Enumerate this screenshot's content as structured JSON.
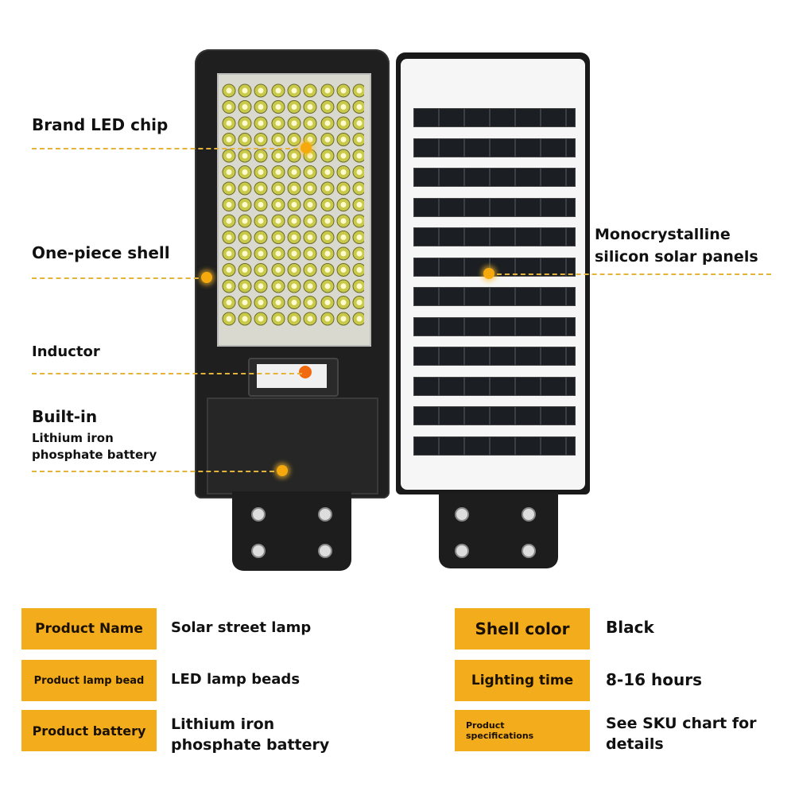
{
  "callouts": {
    "led_chip": "Brand LED chip",
    "shell": "One-piece shell",
    "inductor": "Inductor",
    "builtin": "Built-in",
    "battery_line1": "Lithium iron",
    "battery_line2": "phosphate battery",
    "solar_line1": "Monocrystalline",
    "solar_line2": "silicon solar panels"
  },
  "specs": {
    "left": [
      {
        "label": "Product Name",
        "value": [
          "Solar street lamp"
        ]
      },
      {
        "label": "Product lamp bead",
        "value": [
          "LED lamp beads"
        ]
      },
      {
        "label": "Product battery",
        "value": [
          "Lithium iron",
          "phosphate battery"
        ]
      }
    ],
    "right": [
      {
        "label": "Shell color",
        "value": [
          "Black"
        ]
      },
      {
        "label": "Lighting time",
        "value": [
          "8-16 hours"
        ]
      },
      {
        "label_line1": "Product",
        "label_line2": "specifications",
        "value": [
          "See SKU chart for",
          "details"
        ]
      }
    ]
  },
  "colors": {
    "accent": "#f2ac1c",
    "lamp_body": "#1f1f1f",
    "highlight_dot": "#f5a90d"
  }
}
